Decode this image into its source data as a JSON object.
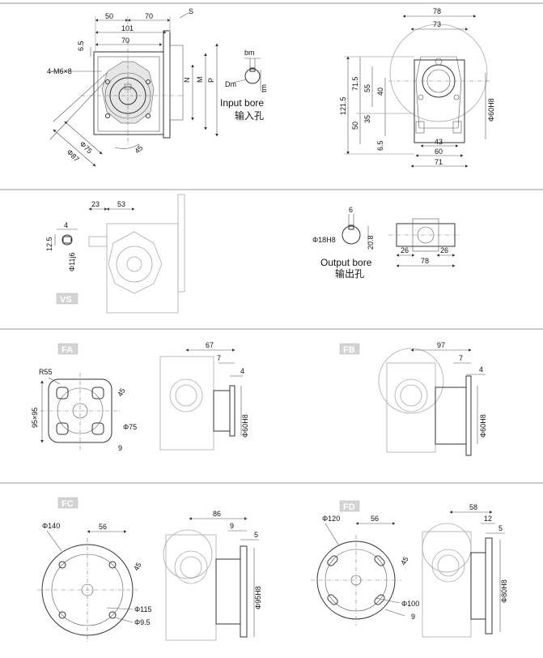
{
  "section1": {
    "left": {
      "dims_top": [
        "50",
        "70",
        "101",
        "70",
        "6.5"
      ],
      "label_S": "S",
      "holes": "4-M6×8",
      "labels_vert": [
        "N",
        "M",
        "P"
      ],
      "phi75": "Φ75",
      "phi87": "Φ87",
      "angle": "45"
    },
    "bore": {
      "bm": "bm",
      "dm": "Dm",
      "tm": "tm",
      "en": "Input bore",
      "zh": "输入孔"
    },
    "right": {
      "top": [
        "78",
        "73"
      ],
      "left": [
        "121.5",
        "71.5",
        "55",
        "40",
        "50",
        "35",
        "6.5"
      ],
      "bottom": [
        "43",
        "60",
        "71"
      ],
      "side": "Φ60H8"
    }
  },
  "section2": {
    "vs_dims": [
      "23",
      "53"
    ],
    "shaft": {
      "d4": "4",
      "d125": "12.5",
      "phi11": "Φ11j6"
    },
    "badge": "VS",
    "output": {
      "d6": "6",
      "bore": "Φ18H8",
      "d208": "20.8",
      "en": "Output bore",
      "zh": "输出孔"
    },
    "hollow": [
      "26",
      "26",
      "78"
    ]
  },
  "section3": {
    "fa": {
      "badge": "FA",
      "r": "R55",
      "sq": "95×95",
      "angle": "45",
      "phi": "Φ75",
      "d9": "9",
      "dims": [
        "67",
        "7",
        "4"
      ],
      "side": "Φ60H8"
    },
    "fb": {
      "badge": "FB",
      "dims": [
        "97",
        "7",
        "4"
      ],
      "side": "Φ60H8"
    }
  },
  "section4": {
    "fc": {
      "badge": "FC",
      "phi140": "Φ140",
      "d56": "56",
      "angle": "45",
      "phi115": "Φ115",
      "phi95": "Φ9.5",
      "dims": [
        "86",
        "9",
        "5"
      ],
      "side": "Φ95H8"
    },
    "fd": {
      "badge": "FD",
      "phi120": "Φ120",
      "d56": "56",
      "angle": "45",
      "phi100": "Φ100",
      "d9": "9",
      "dims": [
        "58",
        "12",
        "5"
      ],
      "side": "Φ80H8"
    }
  }
}
